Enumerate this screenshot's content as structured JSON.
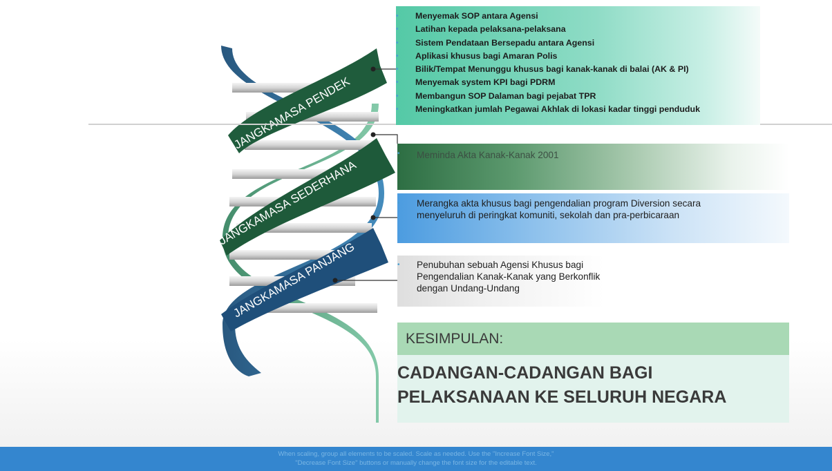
{
  "helix": {
    "band_short": "JANGKAMASA PENDEK",
    "band_medium": "JANGKAMASA SEDERHANA",
    "band_long": "JANGKAMASA PANJANG"
  },
  "short_term": {
    "items": [
      "Menyemak SOP antara Agensi",
      "Latihan kepada pelaksana-pelaksana",
      "Sistem Pendataan Bersepadu antara Agensi",
      "Aplikasi khusus bagi Amaran Polis",
      "Bilik/Tempat Menunggu khusus bagi kanak-kanak di balai (AK & PI)",
      "Menyemak system KPI bagi PDRM",
      "Membangun SOP Dalaman bagi pejabat TPR",
      "Meningkatkan jumlah Pegawai Akhlak di lokasi kadar tinggi penduduk"
    ]
  },
  "medium_term": {
    "items": [
      "Meminda Akta Kanak-Kanak 2001"
    ]
  },
  "long_term": {
    "items": [
      "Merangka akta khusus bagi pengendalian program Diversion secara menyeluruh di peringkat komuniti, sekolah dan pra-perbicaraan"
    ]
  },
  "agency": {
    "items": [
      "Penubuhan sebuah Agensi Khusus bagi Pengendalian Kanak-Kanak yang Berkonflik dengan Undang-Undang"
    ]
  },
  "conclusion": {
    "label": "KESIMPULAN:",
    "line1": "CADANGAN-CADANGAN BAGI",
    "line2": "PELAKSANAAN KE SELURUH NEGARA"
  },
  "footer": {
    "line1": "When scaling, group all elements to be scaled. Scale as needed. Use the \"Increase Font Size,\"",
    "line2": "\"Decrease Font Size\" buttons or manually change the font size for the editable text."
  },
  "colors": {
    "short_band": "#1f5c3c",
    "medium_band": "#1e5a3a",
    "long_band": "#1f4f7a",
    "strand_blue": "#2c6e9e",
    "strand_green": "#4aa37a",
    "footer": "#3486cf"
  }
}
